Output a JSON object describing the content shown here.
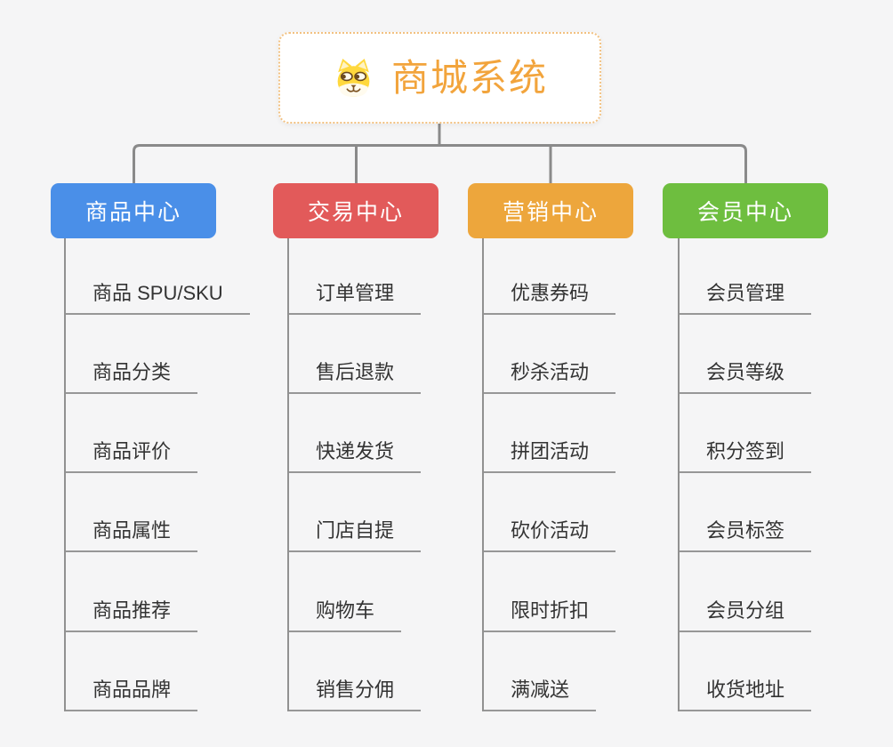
{
  "page": {
    "background_color": "#f5f5f6",
    "connector_color": "#8a8a8a",
    "underline_color": "#979797"
  },
  "root": {
    "title": "商城系统",
    "icon": "dog-face-icon",
    "title_color": "#f2a43c",
    "border_color": "#f2c181"
  },
  "branches": [
    {
      "label": "商品中心",
      "color": "#4a8fe8",
      "items": [
        "商品 SPU/SKU",
        "商品分类",
        "商品评价",
        "商品属性",
        "商品推荐",
        "商品品牌"
      ]
    },
    {
      "label": "交易中心",
      "color": "#e25a5a",
      "items": [
        "订单管理",
        "售后退款",
        "快递发货",
        "门店自提",
        "购物车",
        "销售分佣"
      ]
    },
    {
      "label": "营销中心",
      "color": "#eda63c",
      "items": [
        "优惠券码",
        "秒杀活动",
        "拼团活动",
        "砍价活动",
        "限时折扣",
        "满减送"
      ]
    },
    {
      "label": "会员中心",
      "color": "#6ebe3f",
      "items": [
        "会员管理",
        "会员等级",
        "积分签到",
        "会员标签",
        "会员分组",
        "收货地址"
      ]
    }
  ]
}
